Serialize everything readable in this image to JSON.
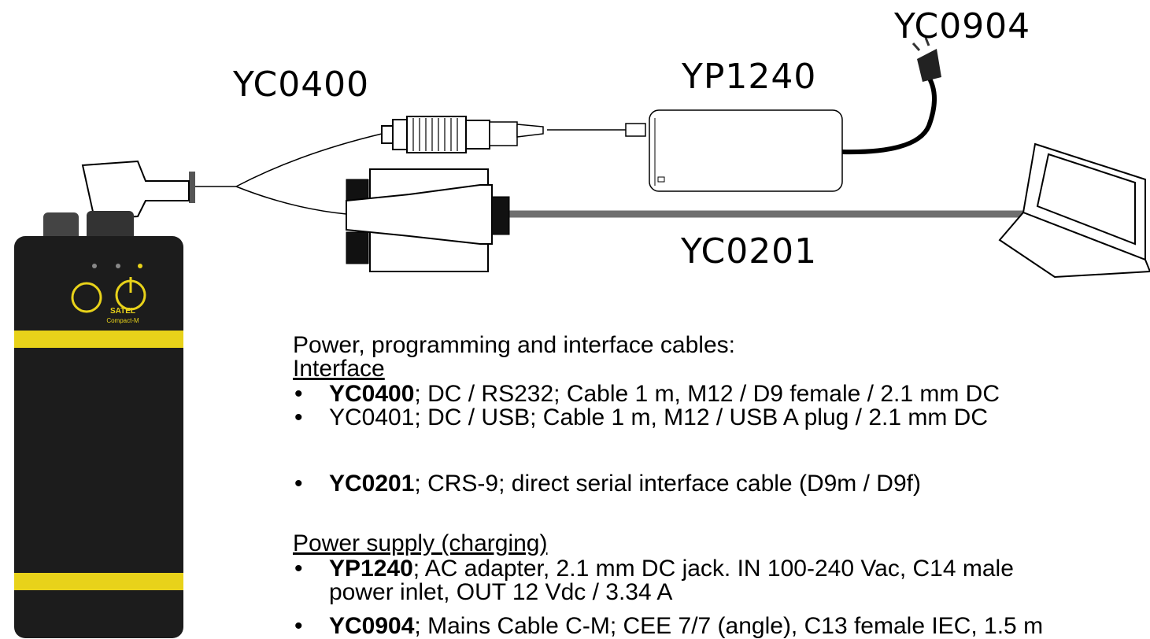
{
  "labels": {
    "yc0904": "YC0904",
    "yc0400": "YC0400",
    "yp1240": "YP1240",
    "yc0201": "YC0201"
  },
  "device": {
    "brand": "SATEL",
    "model": "Compact-M"
  },
  "text": {
    "intro": "Power, programming and interface cables:",
    "interface_heading": "Interface",
    "items_interface": [
      {
        "code": "YC0400",
        "desc": "; DC / RS232; Cable 1 m, M12 / D9 female / 2.1 mm DC"
      },
      {
        "code": "YC0401",
        "desc": "; DC / USB; Cable 1 m, M12 / USB A plug / 2.1 mm DC"
      },
      {
        "code": "YC0201",
        "desc": "; CRS-9; direct serial interface cable (D9m / D9f)"
      }
    ],
    "power_heading": "Power supply (charging)",
    "items_power": [
      {
        "code": "YP1240",
        "desc": "; AC adapter, 2.1 mm DC jack. IN 100-240 Vac, C14 male",
        "cont": "power inlet, OUT 12 Vdc / 3.34 A"
      },
      {
        "code": "YC0904",
        "desc": "; Mains Cable C-M; CEE 7/7 (angle), C13 female IEC, 1.5 m"
      }
    ]
  },
  "colors": {
    "device_body": "#1c1c1c",
    "device_band": "#e8d21a",
    "cable": "#6f6f6f"
  }
}
